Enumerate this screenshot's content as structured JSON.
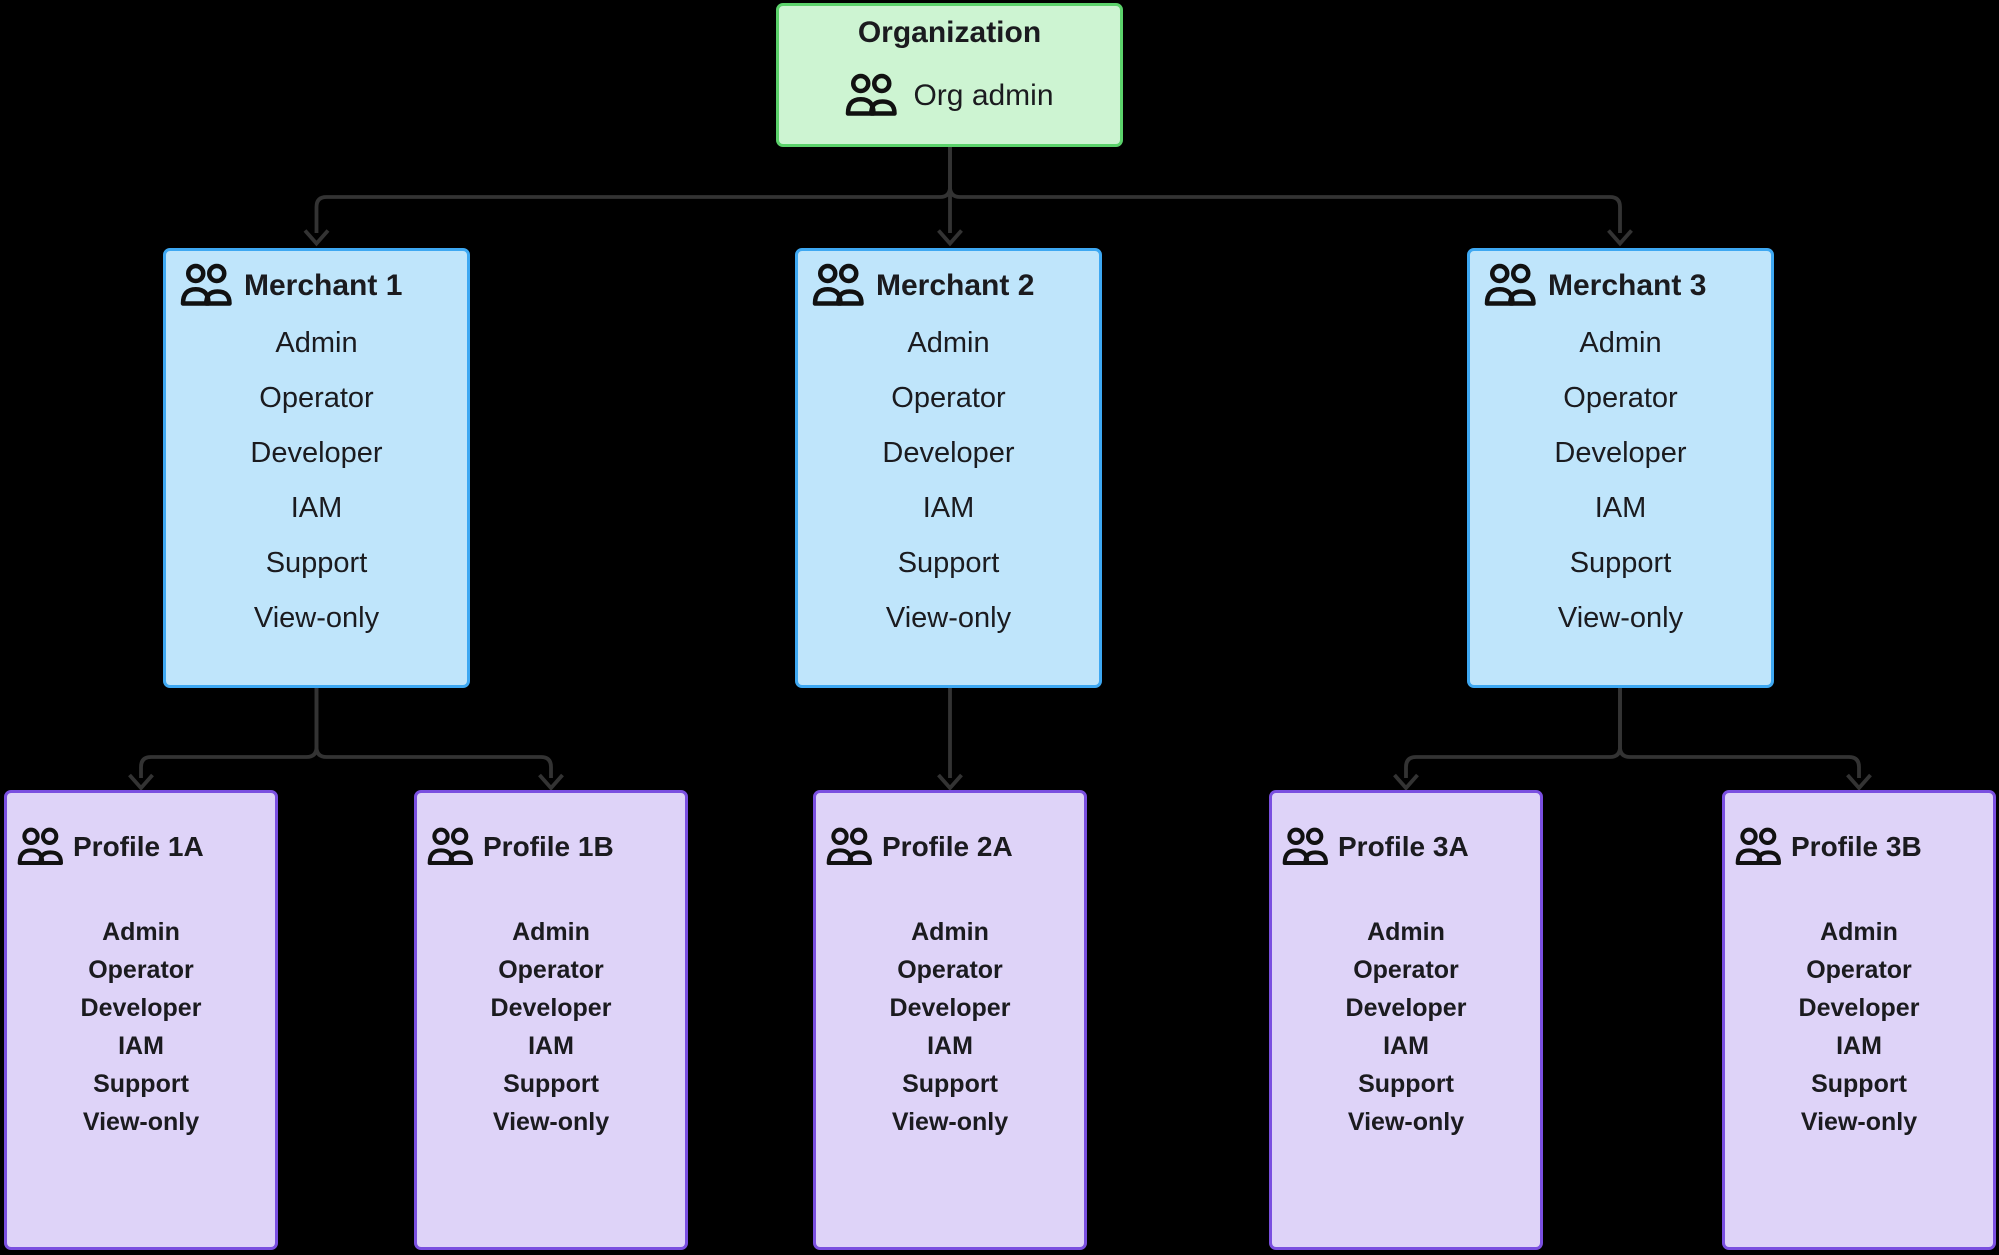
{
  "colors": {
    "background": "#000000",
    "edge": "#333333",
    "text": "#1b1b1f",
    "org_background": "#cdf4d2",
    "org_border": "#5bd26b",
    "merchant_background": "#bfe5fb",
    "merchant_border": "#3ea8f2",
    "profile_background": "#ded3f8",
    "profile_border": "#7a4fe0"
  },
  "icons": {
    "people": "people-icon"
  },
  "nodes": {
    "org": {
      "title": "Organization",
      "member": "Org admin"
    },
    "merchants": [
      {
        "title": "Merchant 1",
        "roles": [
          "Admin",
          "Operator",
          "Developer",
          "IAM",
          "Support",
          "View-only"
        ]
      },
      {
        "title": "Merchant 2",
        "roles": [
          "Admin",
          "Operator",
          "Developer",
          "IAM",
          "Support",
          "View-only"
        ]
      },
      {
        "title": "Merchant 3",
        "roles": [
          "Admin",
          "Operator",
          "Developer",
          "IAM",
          "Support",
          "View-only"
        ]
      }
    ],
    "profiles": [
      {
        "title": "Profile 1A",
        "roles": [
          "Admin",
          "Operator",
          "Developer",
          "IAM",
          "Support",
          "View-only"
        ]
      },
      {
        "title": "Profile 1B",
        "roles": [
          "Admin",
          "Operator",
          "Developer",
          "IAM",
          "Support",
          "View-only"
        ]
      },
      {
        "title": "Profile 2A",
        "roles": [
          "Admin",
          "Operator",
          "Developer",
          "IAM",
          "Support",
          "View-only"
        ]
      },
      {
        "title": "Profile 3A",
        "roles": [
          "Admin",
          "Operator",
          "Developer",
          "IAM",
          "Support",
          "View-only"
        ]
      },
      {
        "title": "Profile 3B",
        "roles": [
          "Admin",
          "Operator",
          "Developer",
          "IAM",
          "Support",
          "View-only"
        ]
      }
    ],
    "edges": [
      "org-to-merchant-1",
      "org-to-merchant-2",
      "org-to-merchant-3",
      "merchant-1-to-profile-1a",
      "merchant-1-to-profile-1b",
      "merchant-2-to-profile-2a",
      "merchant-3-to-profile-3a",
      "merchant-3-to-profile-3b"
    ]
  }
}
